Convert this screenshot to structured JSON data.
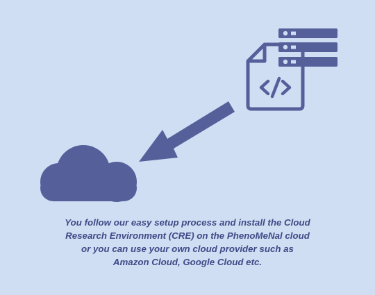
{
  "colors": {
    "background": "#cfdef3",
    "icon": "#55609a",
    "text": "#3f4a86"
  },
  "icons": {
    "cloud": "cloud-icon",
    "arrow": "arrow-down-left-icon",
    "code_file": "code-file-icon",
    "server": "server-stack-icon"
  },
  "caption": {
    "lines": [
      "You follow our easy setup process and install the Cloud",
      "Research Environment (CRE) on the PhenoMeNal cloud",
      "or you can use your own cloud provider such as",
      "Amazon Cloud, Google Cloud etc."
    ]
  }
}
